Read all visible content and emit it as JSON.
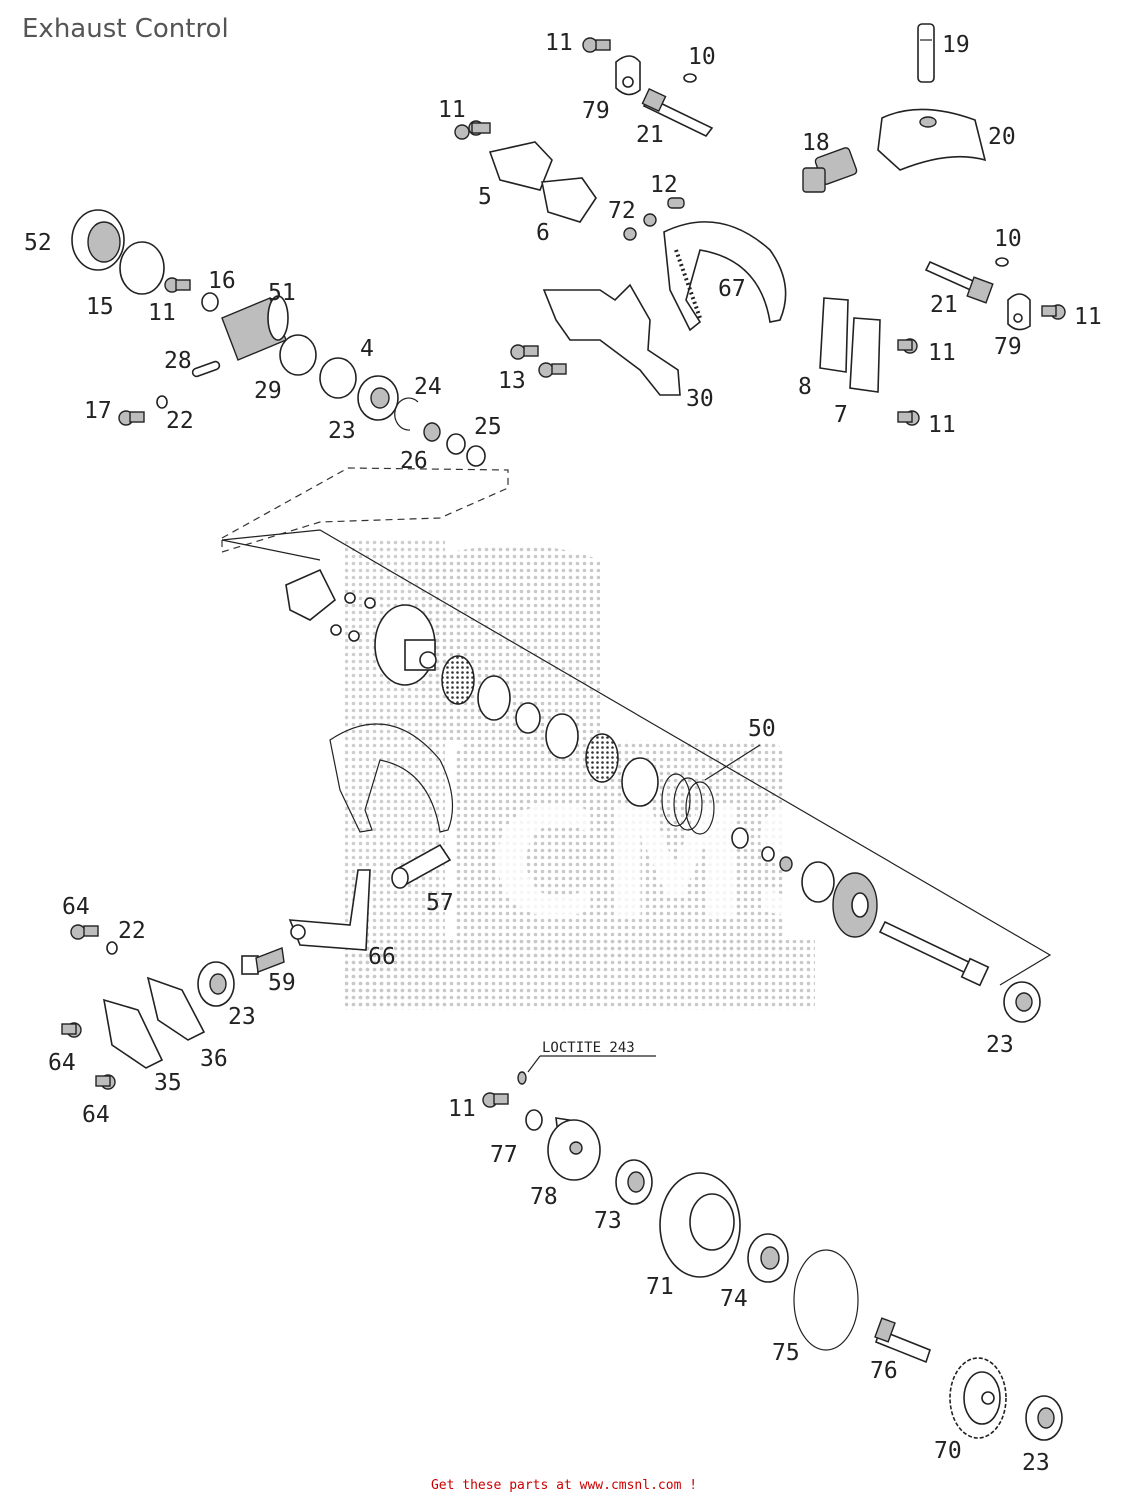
{
  "page": {
    "title": "Exhaust Control",
    "footer": "Get these parts at www.cmsnl.com !"
  },
  "watermark": {
    "text": "CMS"
  },
  "note": {
    "text": "LOCTITE 243"
  },
  "callouts": [
    {
      "id": "c-11a",
      "label": "11"
    },
    {
      "id": "c-10a",
      "label": "10"
    },
    {
      "id": "c-79a",
      "label": "79"
    },
    {
      "id": "c-21a",
      "label": "21"
    },
    {
      "id": "c-19",
      "label": "19"
    },
    {
      "id": "c-20",
      "label": "20"
    },
    {
      "id": "c-18",
      "label": "18"
    },
    {
      "id": "c-11b",
      "label": "11"
    },
    {
      "id": "c-5",
      "label": "5"
    },
    {
      "id": "c-6",
      "label": "6"
    },
    {
      "id": "c-12",
      "label": "12"
    },
    {
      "id": "c-72",
      "label": "72"
    },
    {
      "id": "c-67",
      "label": "67"
    },
    {
      "id": "c-52",
      "label": "52"
    },
    {
      "id": "c-16",
      "label": "16"
    },
    {
      "id": "c-51",
      "label": "51"
    },
    {
      "id": "c-15",
      "label": "15"
    },
    {
      "id": "c-11c",
      "label": "11"
    },
    {
      "id": "c-10b",
      "label": "10"
    },
    {
      "id": "c-21b",
      "label": "21"
    },
    {
      "id": "c-11d",
      "label": "11"
    },
    {
      "id": "c-79b",
      "label": "79"
    },
    {
      "id": "c-28",
      "label": "28"
    },
    {
      "id": "c-29",
      "label": "29"
    },
    {
      "id": "c-4",
      "label": "4"
    },
    {
      "id": "c-17",
      "label": "17"
    },
    {
      "id": "c-22a",
      "label": "22"
    },
    {
      "id": "c-24",
      "label": "24"
    },
    {
      "id": "c-23a",
      "label": "23"
    },
    {
      "id": "c-26",
      "label": "26"
    },
    {
      "id": "c-25",
      "label": "25"
    },
    {
      "id": "c-13",
      "label": "13"
    },
    {
      "id": "c-30",
      "label": "30"
    },
    {
      "id": "c-8",
      "label": "8"
    },
    {
      "id": "c-7",
      "label": "7"
    },
    {
      "id": "c-11e",
      "label": "11"
    },
    {
      "id": "c-11f",
      "label": "11"
    },
    {
      "id": "c-50",
      "label": "50"
    },
    {
      "id": "c-57",
      "label": "57"
    },
    {
      "id": "c-64a",
      "label": "64"
    },
    {
      "id": "c-22b",
      "label": "22"
    },
    {
      "id": "c-66",
      "label": "66"
    },
    {
      "id": "c-59",
      "label": "59"
    },
    {
      "id": "c-23b",
      "label": "23"
    },
    {
      "id": "c-36",
      "label": "36"
    },
    {
      "id": "c-64b",
      "label": "64"
    },
    {
      "id": "c-35",
      "label": "35"
    },
    {
      "id": "c-64c",
      "label": "64"
    },
    {
      "id": "c-23c",
      "label": "23"
    },
    {
      "id": "c-11g",
      "label": "11"
    },
    {
      "id": "c-77",
      "label": "77"
    },
    {
      "id": "c-78",
      "label": "78"
    },
    {
      "id": "c-73",
      "label": "73"
    },
    {
      "id": "c-71",
      "label": "71"
    },
    {
      "id": "c-74",
      "label": "74"
    },
    {
      "id": "c-75",
      "label": "75"
    },
    {
      "id": "c-76",
      "label": "76"
    },
    {
      "id": "c-70",
      "label": "70"
    },
    {
      "id": "c-23d",
      "label": "23"
    }
  ]
}
